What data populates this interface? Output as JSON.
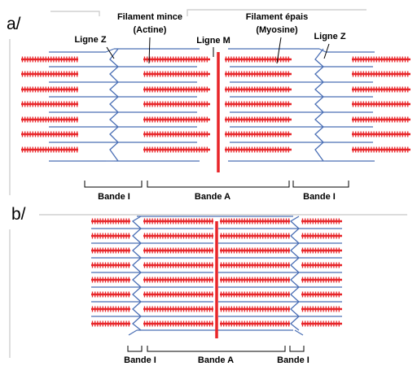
{
  "panel_a": {
    "tag": "a/",
    "labels": {
      "z_left": "Ligne Z",
      "thin_line1": "Filament mince",
      "thin_line2": "(Actine)",
      "m_line": "Ligne M",
      "thick_line1": "Filament épais",
      "thick_line2": "(Myosine)",
      "z_right": "Ligne Z",
      "band_i_left": "Bande I",
      "band_a": "Bande A",
      "band_i_right": "Bande I"
    }
  },
  "panel_b": {
    "tag": "b/",
    "labels": {
      "band_i_left": "Bande I",
      "band_a": "Bande A",
      "band_i_right": "Bande I"
    }
  },
  "colors": {
    "actin": "#4a6fb5",
    "myosin": "#e8262a",
    "m_line": "#e8262a",
    "frame": "#c8c8c8",
    "bracket": "#000000",
    "text": "#000000"
  }
}
